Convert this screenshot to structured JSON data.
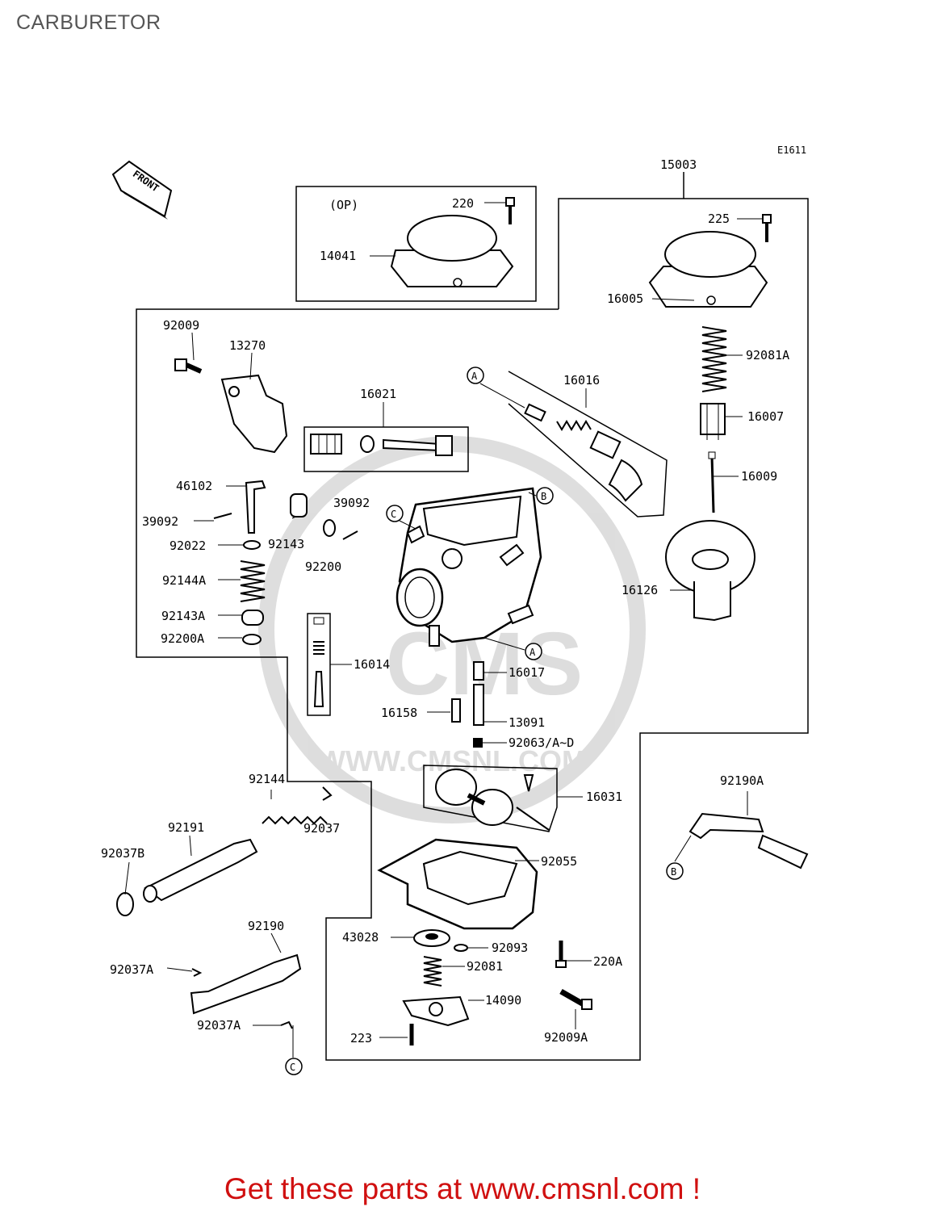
{
  "header": {
    "title": "CARBURETOR"
  },
  "diagram": {
    "code": "E1611",
    "front_label": "FRONT",
    "option_label": "(OP)",
    "watermark": "WWW.CMSNL.COM",
    "parts": [
      {
        "id": "p15003",
        "label": "15003"
      },
      {
        "id": "p220",
        "label": "220"
      },
      {
        "id": "p14041",
        "label": "14041"
      },
      {
        "id": "p225",
        "label": "225"
      },
      {
        "id": "p16005",
        "label": "16005"
      },
      {
        "id": "p92081A",
        "label": "92081A"
      },
      {
        "id": "p16007",
        "label": "16007"
      },
      {
        "id": "p16009",
        "label": "16009"
      },
      {
        "id": "p16126",
        "label": "16126"
      },
      {
        "id": "p16016",
        "label": "16016"
      },
      {
        "id": "p92009",
        "label": "92009"
      },
      {
        "id": "p13270",
        "label": "13270"
      },
      {
        "id": "p16021",
        "label": "16021"
      },
      {
        "id": "p46102",
        "label": "46102"
      },
      {
        "id": "p39092a",
        "label": "39092"
      },
      {
        "id": "p39092b",
        "label": "39092"
      },
      {
        "id": "p92143",
        "label": "92143"
      },
      {
        "id": "p92022",
        "label": "92022"
      },
      {
        "id": "p92200",
        "label": "92200"
      },
      {
        "id": "p92144A",
        "label": "92144A"
      },
      {
        "id": "p92143A",
        "label": "92143A"
      },
      {
        "id": "p92200A",
        "label": "92200A"
      },
      {
        "id": "p16014",
        "label": "16014"
      },
      {
        "id": "p16017",
        "label": "16017"
      },
      {
        "id": "p16158",
        "label": "16158"
      },
      {
        "id": "p13091",
        "label": "13091"
      },
      {
        "id": "p92063",
        "label": "92063/A~D"
      },
      {
        "id": "p92144",
        "label": "92144"
      },
      {
        "id": "p92037",
        "label": "92037"
      },
      {
        "id": "p92191",
        "label": "92191"
      },
      {
        "id": "p92037B",
        "label": "92037B"
      },
      {
        "id": "p16031",
        "label": "16031"
      },
      {
        "id": "p92190A",
        "label": "92190A"
      },
      {
        "id": "p92055",
        "label": "92055"
      },
      {
        "id": "p92190",
        "label": "92190"
      },
      {
        "id": "p92037A1",
        "label": "92037A"
      },
      {
        "id": "p92037A2",
        "label": "92037A"
      },
      {
        "id": "p43028",
        "label": "43028"
      },
      {
        "id": "p92093",
        "label": "92093"
      },
      {
        "id": "p92081",
        "label": "92081"
      },
      {
        "id": "p220A",
        "label": "220A"
      },
      {
        "id": "p14090",
        "label": "14090"
      },
      {
        "id": "p223",
        "label": "223"
      },
      {
        "id": "p92009A",
        "label": "92009A"
      }
    ],
    "refs": [
      {
        "id": "refA1",
        "label": "A"
      },
      {
        "id": "refA2",
        "label": "A"
      },
      {
        "id": "refB1",
        "label": "B"
      },
      {
        "id": "refB2",
        "label": "B"
      },
      {
        "id": "refC1",
        "label": "C"
      },
      {
        "id": "refC2",
        "label": "C"
      }
    ]
  },
  "footer": {
    "text": "Get these parts at www.cmsnl.com !"
  }
}
